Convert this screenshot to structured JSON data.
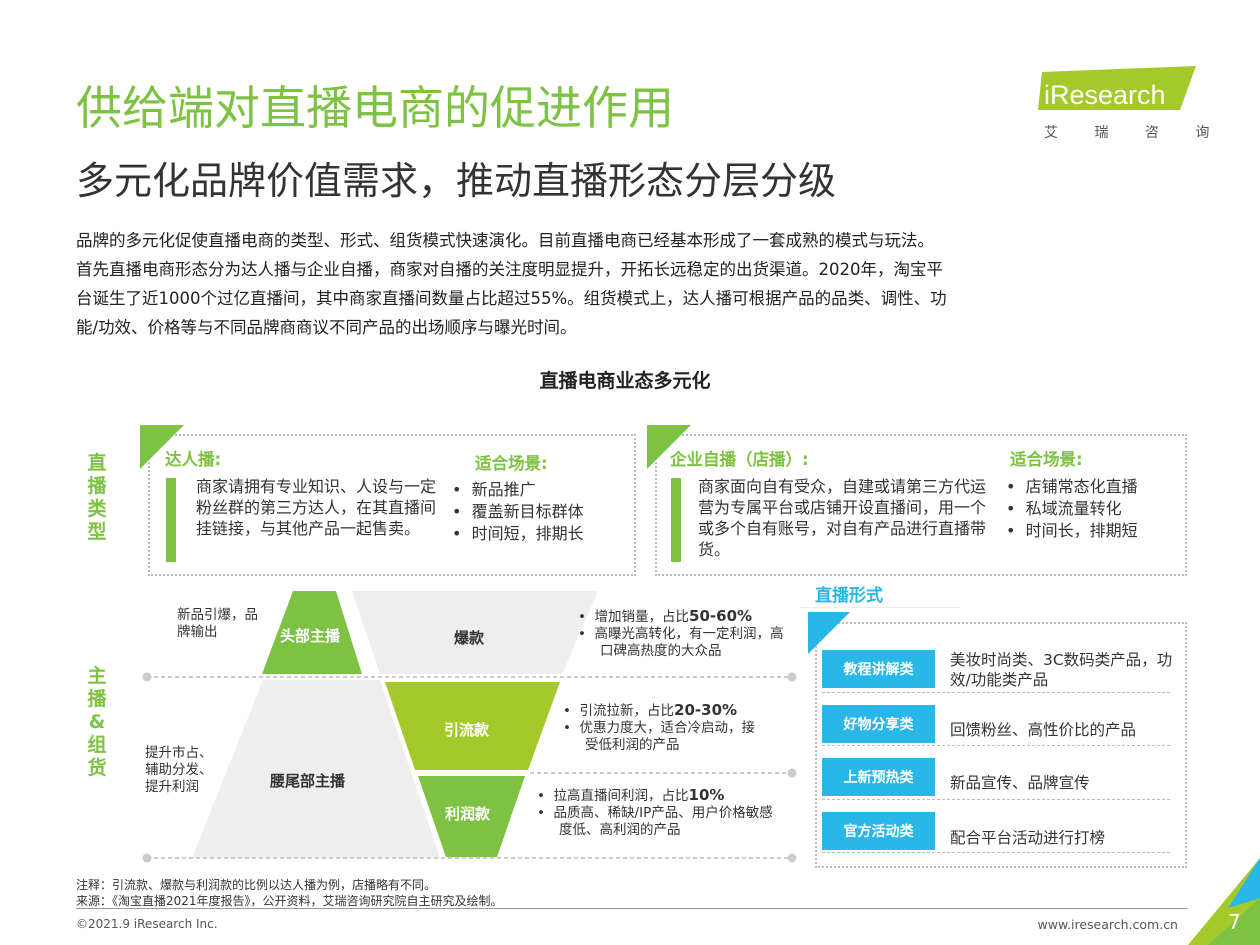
{
  "title": "供给端对直播电商的促进作用",
  "subtitle": "多元化品牌价值需求，推动直播形态分层分级",
  "logo": {
    "brand": "iResearch",
    "cn": "艾 瑞 咨 询"
  },
  "paragraph": [
    "品牌的多元化促使直播电商的类型、形式、组货模式快速演化。目前直播电商已经基本形成了一套成熟的模式与玩法。",
    "首先直播电商形态分为达人播与企业自播，商家对自播的关注度明显提升，开拓长远稳定的出货渠道。2020年，淘宝平",
    "台诞生了近1000个过亿直播间，其中商家直播间数量占比超过55%。组货模式上，达人播可根据产品的品类、调性、功",
    "能/功效、价格等与不同品牌商商议不同产品的出场顺序与曝光时间。"
  ],
  "chart_title": "直播电商业态多元化",
  "section_labels": {
    "type": "直播类型",
    "anchor": "主播&组货"
  },
  "talent": {
    "heading": "达人播:",
    "desc": "商家请拥有专业知识、人设与一定粉丝群的第三方达人，在其直播间挂链接，与其他产品一起售卖。",
    "scene_heading": "适合场景:",
    "scenes": [
      "新品推广",
      "覆盖新目标群体",
      "时间短，排期长"
    ]
  },
  "enterprise": {
    "heading": "企业自播（店播）:",
    "desc": "商家面向自有受众，自建或请第三方代运营为专属平台或店铺开设直播间，用一个或多个自有账号，对自有产品进行直播带货。",
    "scene_heading": "适合场景:",
    "scenes": [
      "店铺常态化直播",
      "私域流量转化",
      "时间长，排期短"
    ]
  },
  "funnel": {
    "head": {
      "label": "头部主播",
      "note": "新品引爆，品牌输出"
    },
    "tail": {
      "label": "腰尾部主播",
      "note": "提升市占、辅助分发、提升利润"
    },
    "products": [
      {
        "label": "爆款",
        "lead": "增加销量，占比",
        "share": "50-60%",
        "point2": "高曝光高转化，有一定利润，高口碑高热度的大众品"
      },
      {
        "label": "引流款",
        "lead": "引流拉新，占比",
        "share": "20-30%",
        "point2": "优惠力度大，适合冷启动，接受低利润的产品"
      },
      {
        "label": "利润款",
        "lead": "拉高直播间利润，占比",
        "share": "10%",
        "point2": "品质高、稀缺/IP产品、用户价格敏感度低、高利润的产品"
      }
    ]
  },
  "forms": {
    "heading": "直播形式",
    "rows": [
      {
        "category": "教程讲解类",
        "desc": "美妆时尚类、3C数码类产品，功效/功能类产品"
      },
      {
        "category": "好物分享类",
        "desc": "回馈粉丝、高性价比的产品"
      },
      {
        "category": "上新预热类",
        "desc": "新品宣传、品牌宣传"
      },
      {
        "category": "官方活动类",
        "desc": "配合平台活动进行打榜"
      }
    ]
  },
  "footer": {
    "note": "注释：引流款、爆款与利润款的比例以达人播为例，店播略有不同。",
    "source": "来源：《淘宝直播2021年度报告》，公开资料，艾瑞咨询研究院自主研究及绘制。",
    "copyright": "©2021.9 iResearch Inc.",
    "url": "www.iresearch.com.cn",
    "page": "7"
  },
  "colors": {
    "green": "#7dc242",
    "lime": "#a5c92a",
    "blue": "#29b6e8",
    "grey": "#eeeeee"
  }
}
